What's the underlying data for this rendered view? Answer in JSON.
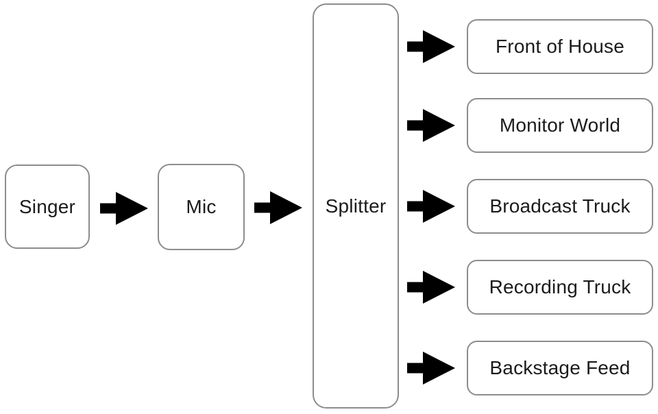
{
  "diagram": {
    "type": "flow",
    "description": "Audio signal flow from singer through mic into a splitter feeding five destinations",
    "nodes": {
      "singer": {
        "label": "Singer"
      },
      "mic": {
        "label": "Mic"
      },
      "splitter": {
        "label": "Splitter"
      },
      "outputs": [
        {
          "label": "Front of House"
        },
        {
          "label": "Monitor World"
        },
        {
          "label": "Broadcast Truck"
        },
        {
          "label": "Recording Truck"
        },
        {
          "label": "Backstage Feed"
        }
      ]
    },
    "edges": [
      {
        "from": "Singer",
        "to": "Mic"
      },
      {
        "from": "Mic",
        "to": "Splitter"
      },
      {
        "from": "Splitter",
        "to": "Front of House"
      },
      {
        "from": "Splitter",
        "to": "Monitor World"
      },
      {
        "from": "Splitter",
        "to": "Broadcast Truck"
      },
      {
        "from": "Splitter",
        "to": "Recording Truck"
      },
      {
        "from": "Splitter",
        "to": "Backstage Feed"
      }
    ],
    "colors": {
      "background": "#ffffff",
      "node_fill": "#ffffff",
      "node_border": "#8c8c8c",
      "text": "#1b1b1b",
      "arrow": "#000000"
    }
  }
}
